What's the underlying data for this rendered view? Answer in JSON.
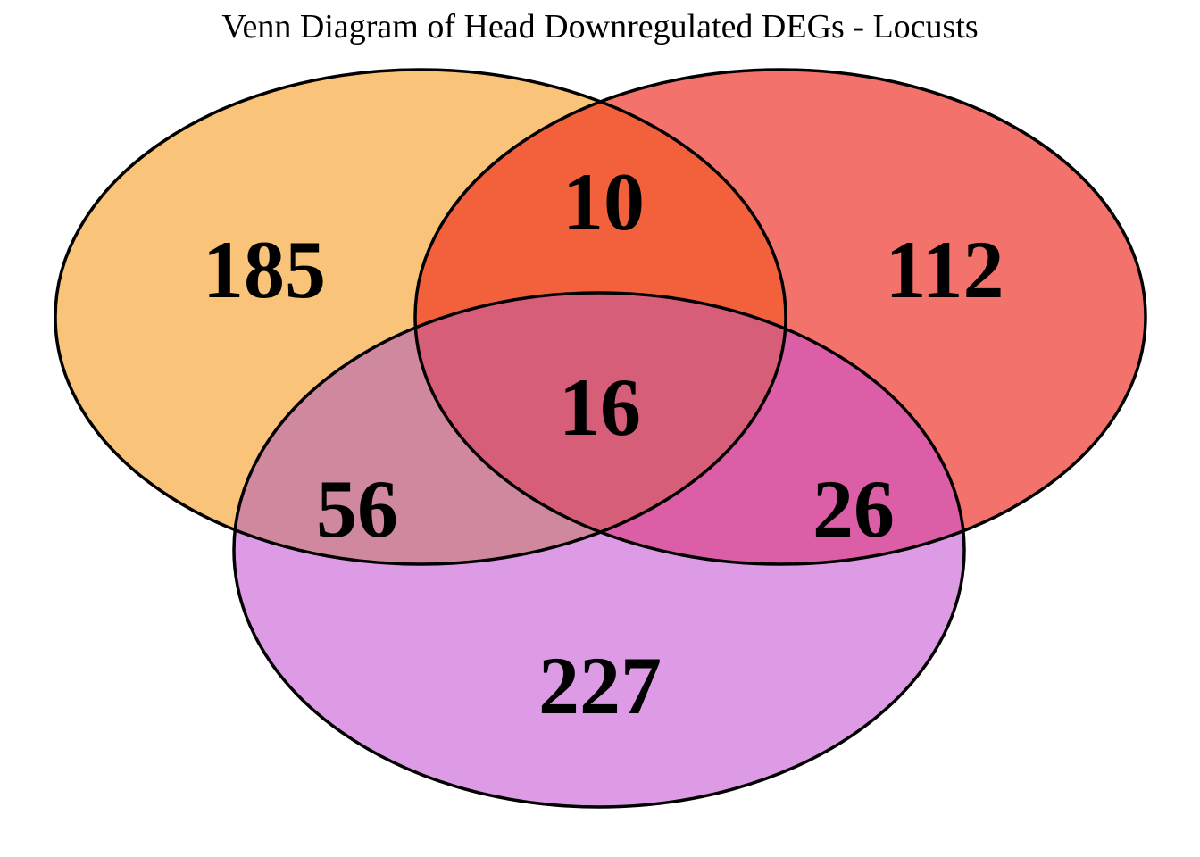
{
  "chart_data": {
    "type": "venn",
    "title": "Venn Diagram of Head Downregulated DEGs - Locusts",
    "background": "#ffffff",
    "outline_color": "#000000",
    "sets": [
      {
        "id": "A",
        "position": "top-left",
        "color": "#F9C379"
      },
      {
        "id": "B",
        "position": "top-right",
        "color": "#F3736C"
      },
      {
        "id": "C",
        "position": "bottom",
        "color": "#DC9BE4"
      }
    ],
    "regions": {
      "a_only": 185,
      "b_only": 112,
      "c_only": 227,
      "ab": 10,
      "ac": 56,
      "bc": 26,
      "abc": 16
    },
    "region_colors": {
      "a_only": "#F9C379",
      "b_only": "#F3736C",
      "c_only": "#DC9BE4",
      "ab": "#F2613C",
      "ac": "#CF889D",
      "bc": "#DB5EA7",
      "abc": "#D65E78"
    }
  }
}
